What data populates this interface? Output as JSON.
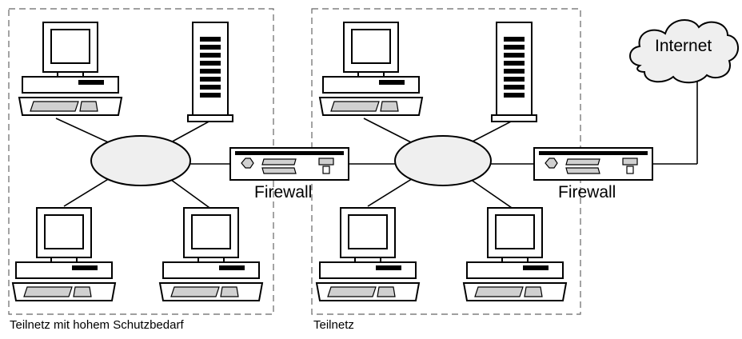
{
  "diagram": {
    "zones": [
      {
        "id": "zone-high-protection",
        "label": "Teilnetz mit hohem Schutzbedarf"
      },
      {
        "id": "zone-subnet",
        "label": "Teilnetz"
      }
    ],
    "firewalls": [
      {
        "id": "firewall-1",
        "label": "Firewall"
      },
      {
        "id": "firewall-2",
        "label": "Firewall"
      }
    ],
    "cloud": {
      "label": "Internet"
    },
    "colors": {
      "line": "#000000",
      "hub_fill": "#efefef",
      "device_fill": "#ffffff",
      "panel_fill": "#d9d9d9",
      "zone_border": "#666666"
    }
  }
}
